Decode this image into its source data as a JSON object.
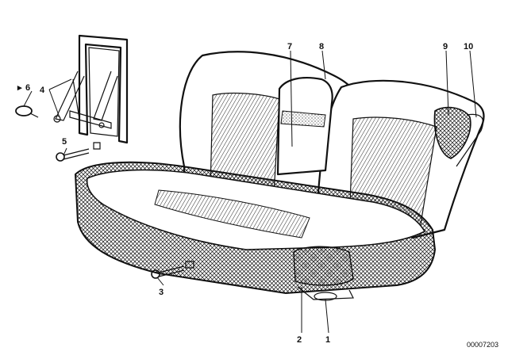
{
  "callouts": {
    "c1": "1",
    "c2": "2",
    "c3": "3",
    "c4": "4",
    "c5": "5",
    "c6": "6",
    "c7": "7",
    "c8": "8",
    "c9": "9",
    "c10": "10"
  },
  "reference_code": "00007203",
  "colors": {
    "ink": "#111111",
    "paper": "#ffffff"
  }
}
